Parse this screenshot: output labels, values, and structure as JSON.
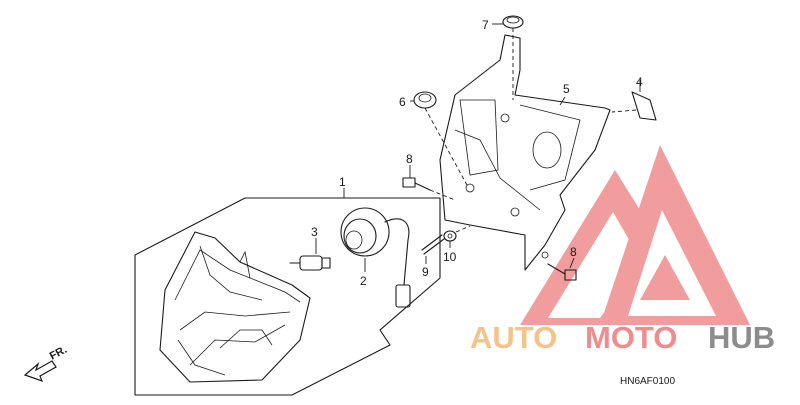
{
  "callouts": [
    "1",
    "2",
    "3",
    "4",
    "5",
    "6",
    "7",
    "8",
    "8",
    "9",
    "10"
  ],
  "direction_label": "FR.",
  "diagram_code": "HN6AF0100",
  "watermark": {
    "text_part1": "AUTO",
    "text_part2": "MOTO",
    "text_part3": "HUB",
    "color_orange": "#f5c38a",
    "color_red": "#f28b8b",
    "color_gray": "#8c8c8c",
    "logo_color": "#f08c8c"
  }
}
